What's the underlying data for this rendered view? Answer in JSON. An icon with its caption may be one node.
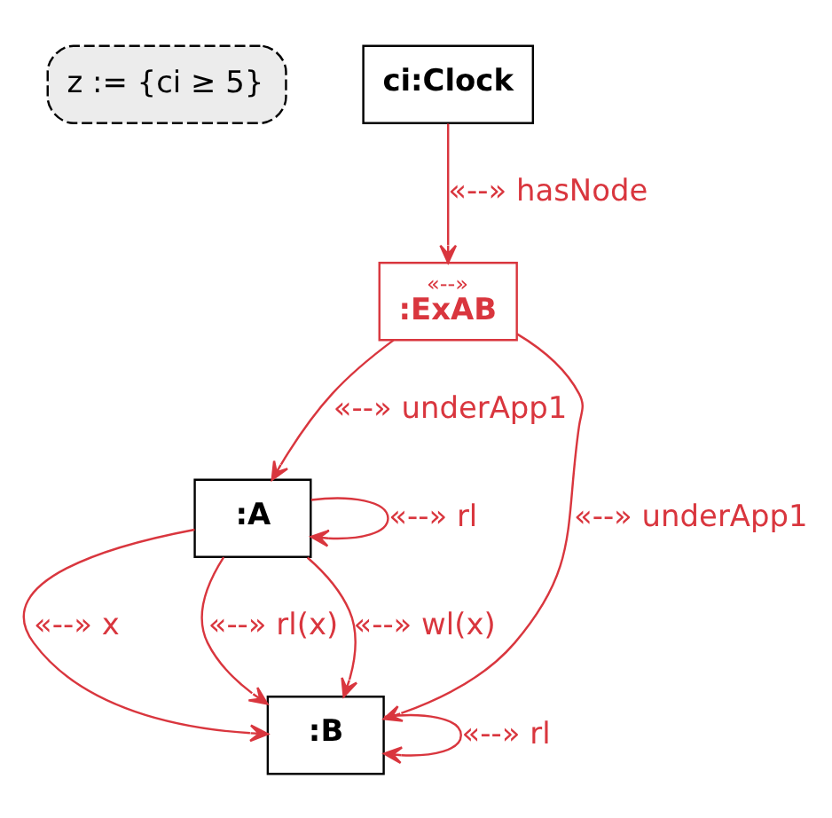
{
  "diagram": {
    "nodes": [
      {
        "text": [
          "z := {ci ≥ 5}"
        ]
      },
      {
        "text": [
          "ci:Clock"
        ]
      },
      {
        "text": [
          ":A"
        ]
      },
      {
        "text": [
          "«--»",
          ":ExAB"
        ]
      },
      {
        "text": [
          ":B"
        ]
      }
    ],
    "edges": [
      {
        "from": 2,
        "to": 2,
        "arrow": "to",
        "label": "«--» rl"
      },
      {
        "from": 3,
        "to": 2,
        "arrow": "to",
        "label": "«--» underApp1"
      },
      {
        "from": 1,
        "to": 3,
        "arrow": "to",
        "label": "«--» hasNode"
      },
      {
        "from": 2,
        "to": 4,
        "arrow": "to",
        "label": "«--» x"
      },
      {
        "from": 2,
        "to": 4,
        "arrow": "to",
        "label": "«--» rl(x)"
      },
      {
        "from": 2,
        "to": 4,
        "arrow": "to",
        "label": "«--» wl(x)"
      },
      {
        "from": 3,
        "to": 4,
        "arrow": "to",
        "label": "«--» underApp1"
      },
      {
        "from": 4,
        "to": 4,
        "arrow": "to",
        "label": "«--» rl"
      }
    ]
  }
}
